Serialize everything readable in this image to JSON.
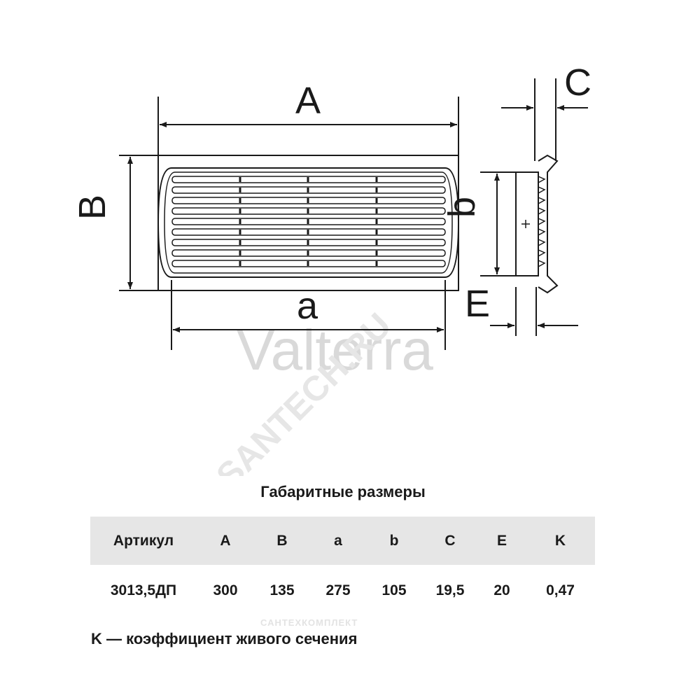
{
  "drawing": {
    "labels": {
      "A": "A",
      "B": "B",
      "a": "a",
      "b": "b",
      "C": "C",
      "E": "E"
    },
    "watermarks": {
      "brand": "Valterra",
      "site": "SANTECH.RU",
      "company": "САНТЕХКОМПЛЕКТ"
    }
  },
  "table": {
    "title": "Габаритные размеры",
    "headers": [
      "Артикул",
      "A",
      "B",
      "a",
      "b",
      "C",
      "E",
      "K"
    ],
    "rows": [
      [
        "3013,5ДП",
        "300",
        "135",
        "275",
        "105",
        "19,5",
        "20",
        "0,47"
      ]
    ]
  },
  "footnote": "K — коэффициент живого сечения"
}
